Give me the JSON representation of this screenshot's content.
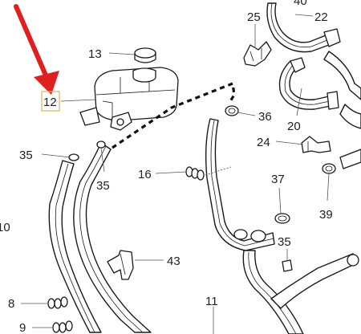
{
  "callouts": {
    "c40": "40",
    "c22": "22",
    "c25": "25",
    "c13": "13",
    "c12": "12",
    "c36": "36",
    "c20": "20",
    "c24": "24",
    "c35a": "35",
    "c35b": "35",
    "c16": "16",
    "c37": "37",
    "c39": "39",
    "c10": "10",
    "c35c": "35",
    "c43": "43",
    "c11": "11",
    "c8": "8",
    "c9": "9"
  },
  "colors": {
    "highlight_arrow": "#e02020",
    "callout_box": "#d9b560"
  }
}
